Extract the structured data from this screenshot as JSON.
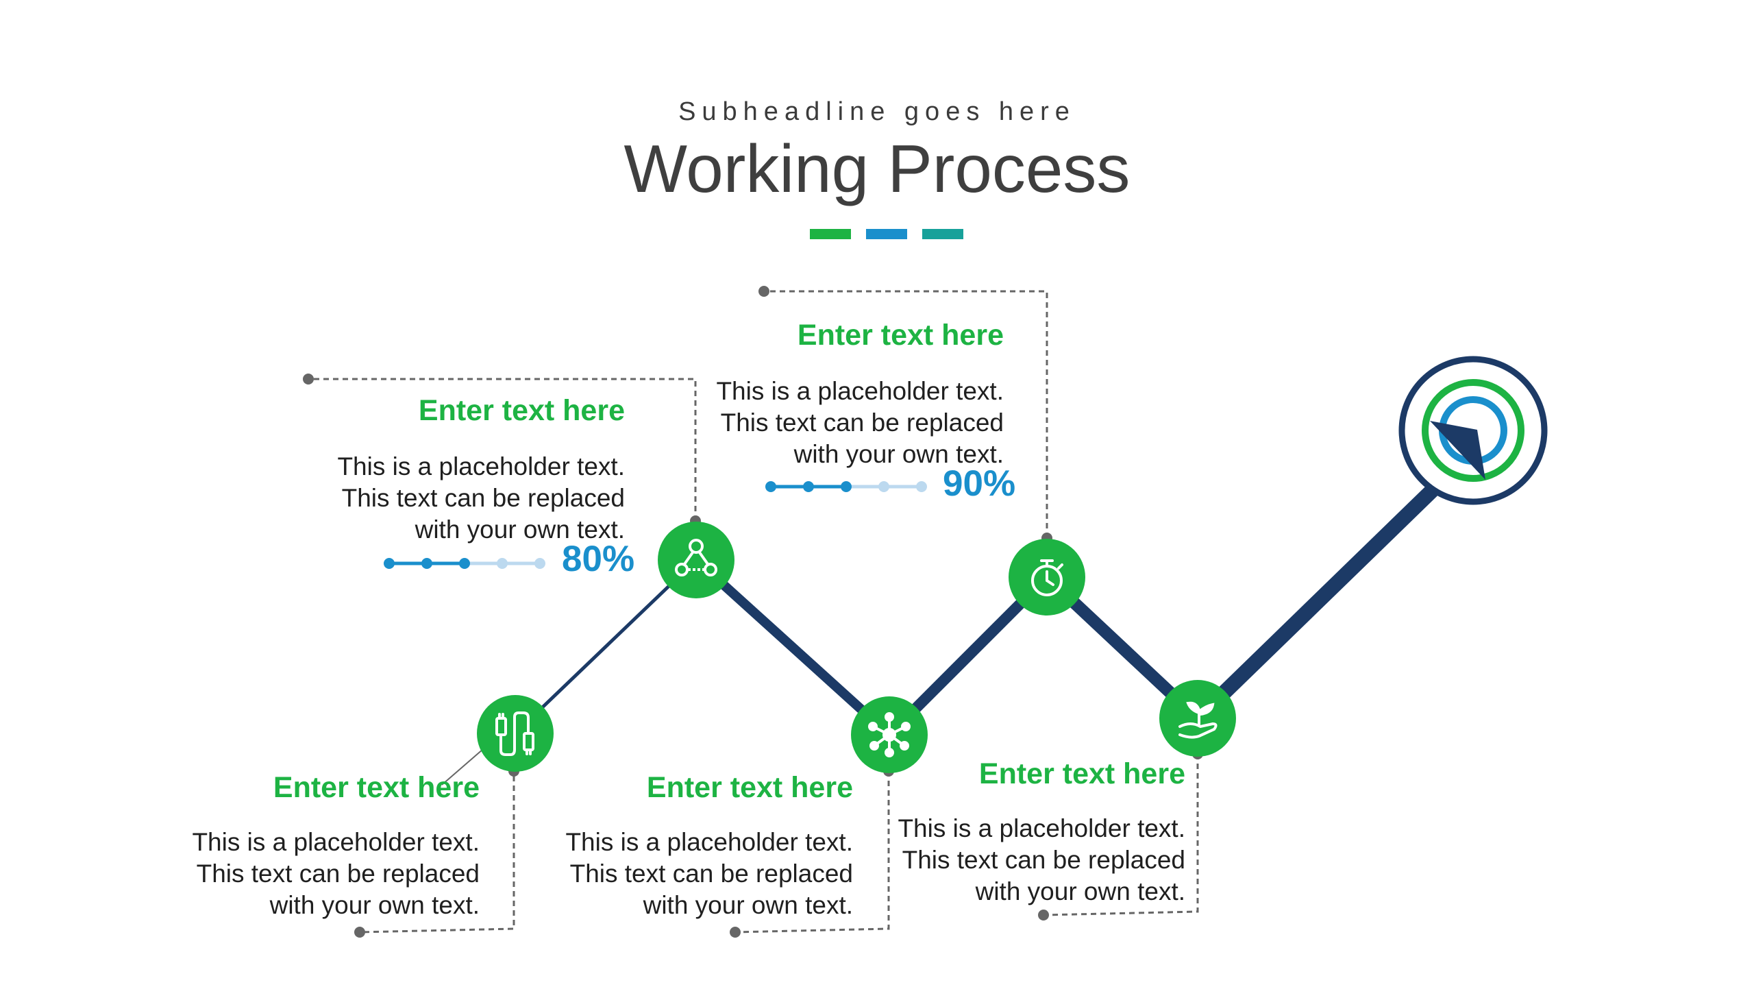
{
  "header": {
    "subheadline": "Subheadline goes here",
    "title": "Working Process"
  },
  "colors": {
    "green": "#1db343",
    "blue": "#1a8fcc",
    "teal": "#17a19a",
    "navy": "#1c3a66",
    "progress_light": "#bcd9ef"
  },
  "steps": [
    {
      "heading": "Enter text here",
      "lines": [
        "This is a placeholder text.",
        "This text can be replaced",
        "with your own text."
      ],
      "icon": "cable-icon"
    },
    {
      "heading": "Enter text here",
      "lines": [
        "This is a placeholder text.",
        "This text can be replaced",
        "with your own text."
      ],
      "icon": "team-network-icon",
      "progress": {
        "value": 80,
        "label": "80%"
      }
    },
    {
      "heading": "Enter text here",
      "lines": [
        "This is a placeholder text.",
        "This text can be replaced",
        "with your own text."
      ],
      "icon": "molecule-icon"
    },
    {
      "heading": "Enter text here",
      "lines": [
        "This is a placeholder text.",
        "This text can be replaced",
        "with your own text."
      ],
      "icon": "stopwatch-icon",
      "progress": {
        "value": 90,
        "label": "90%"
      }
    },
    {
      "heading": "Enter text here",
      "lines": [
        "This is a placeholder text.",
        "This text can be replaced",
        "with your own text."
      ],
      "icon": "hand-plant-icon"
    }
  ],
  "goal_icon": "target-icon"
}
